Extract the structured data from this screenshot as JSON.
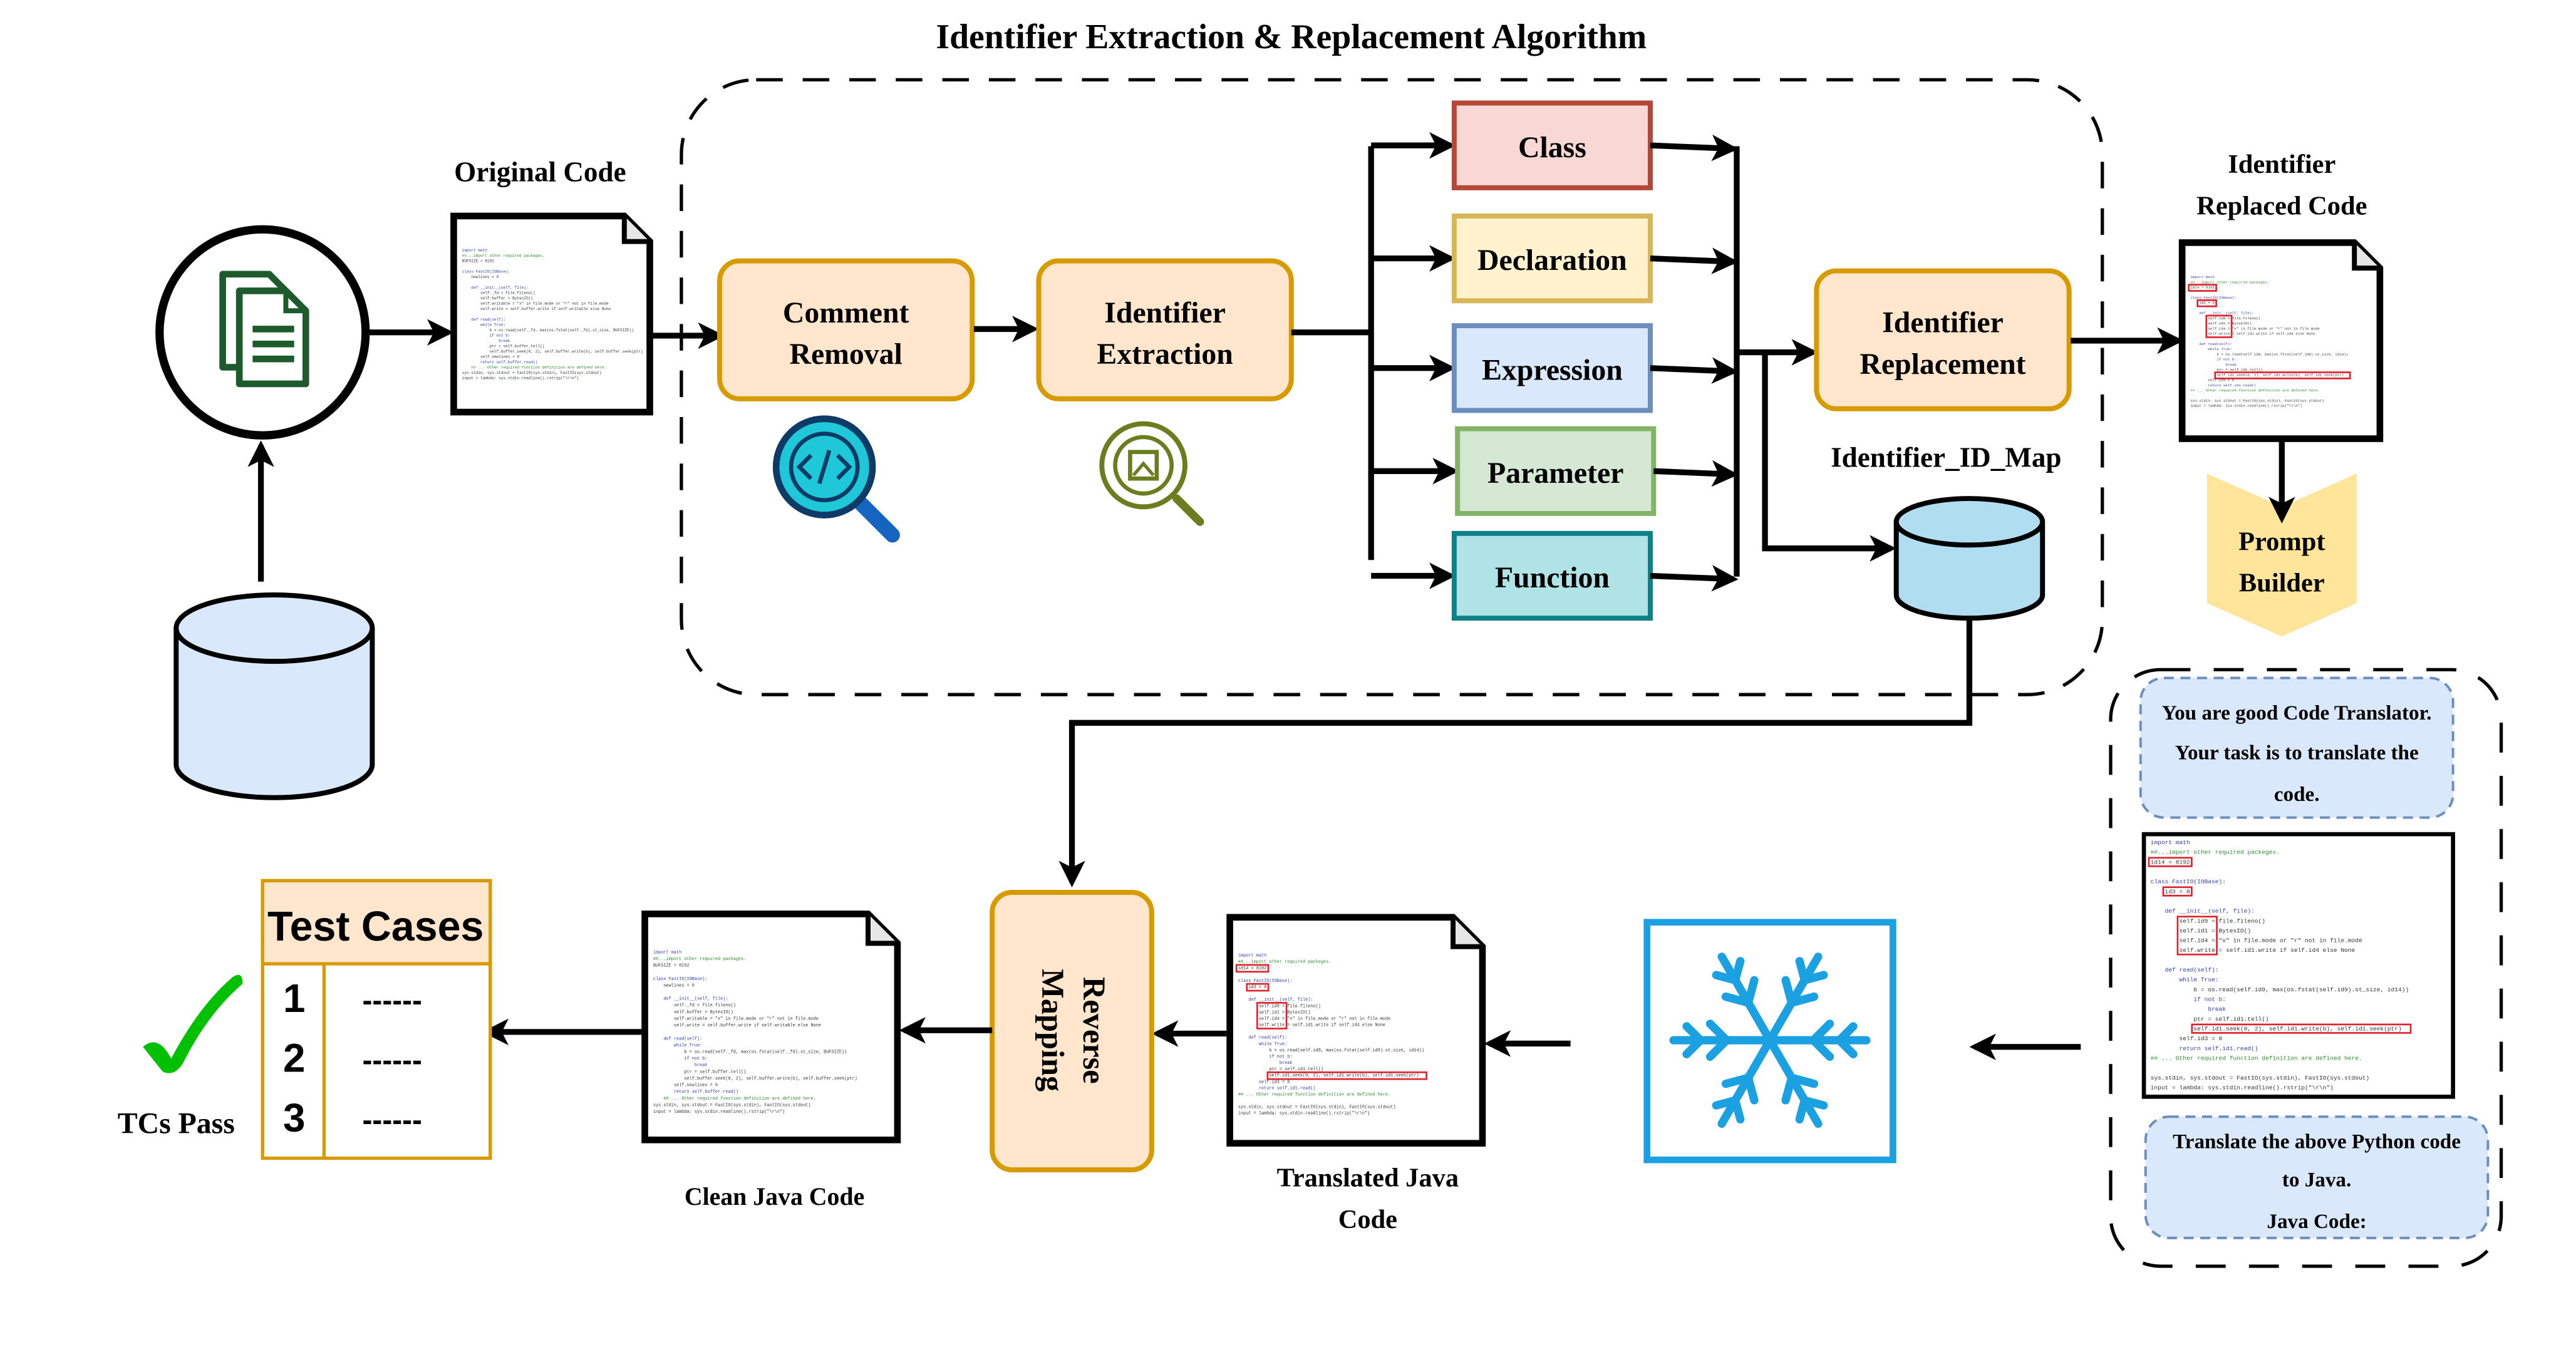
{
  "title": "Identifier Extraction & Replacement Algorithm",
  "labels": {
    "original_code": "Original Code",
    "replaced_code_line1": "Identifier",
    "replaced_code_line2": "Replaced Code",
    "id_map": "Identifier_ID_Map",
    "translated_line1": "Translated Java",
    "translated_line2": "Code",
    "clean_java": "Clean Java Code",
    "tcs_pass": "TCs Pass"
  },
  "steps": {
    "comment_removal": [
      "Comment",
      "Removal"
    ],
    "identifier_extraction": [
      "Identifier",
      "Extraction"
    ],
    "identifier_replacement": [
      "Identifier",
      "Replacement"
    ],
    "prompt_builder": [
      "Prompt",
      "Builder"
    ],
    "reverse_mapping": [
      "Reverse",
      "Mapping"
    ]
  },
  "categories": [
    {
      "label": "Class",
      "fill": "#f8d7d5",
      "stroke": "#b5473a"
    },
    {
      "label": "Declaration",
      "fill": "#fff2cc",
      "stroke": "#d6b656"
    },
    {
      "label": "Expression",
      "fill": "#dae8fc",
      "stroke": "#6c8ebf"
    },
    {
      "label": "Parameter",
      "fill": "#d5e8d4",
      "stroke": "#82b366"
    },
    {
      "label": "Function",
      "fill": "#b0e3e6",
      "stroke": "#0e8088"
    }
  ],
  "prompt": {
    "instruction": [
      "You are good Code Translator.",
      "Your task is to translate the",
      "code."
    ],
    "request": [
      "Translate the above Python code",
      "to Java.",
      "Java Code:"
    ]
  },
  "test_cases": {
    "header": "Test Cases",
    "rows": [
      {
        "num": "1",
        "value": "------"
      },
      {
        "num": "2",
        "value": "------"
      },
      {
        "num": "3",
        "value": "------"
      }
    ]
  },
  "colors": {
    "step_fill": "#ffe6cc",
    "step_stroke": "#d79b00",
    "db_fill": "#dae8fc",
    "id_map_fill": "#b1ddf0",
    "prompt_box_fill": "#dae8fc",
    "prompt_builder_fill": "#ffe599",
    "snowflake": "#1ba1e2",
    "highlight": "#e0202a",
    "check": "#00c000"
  },
  "original_code": [
    "import math",
    "##...import other required packages.",
    "BUFSIZE = 8192",
    "",
    "class FastIO(IOBase):",
    "    newlines = 0",
    "",
    "    def __init__(self, file):",
    "        self._fd = file.fileno()",
    "        self.buffer = BytesIO()",
    "        self.writable = \"x\" in file.mode or \"r\" not in file.mode",
    "        self.write = self.buffer.write if self.writable else None",
    "",
    "    def read(self):",
    "        while True:",
    "            b = os.read(self._fd, max(os.fstat(self._fd).st_size, BUFSIZE))",
    "            if not b:",
    "                break",
    "            ptr = self.buffer.tell()",
    "            self.buffer.seek(0, 2), self.buffer.write(b), self.buffer.seek(ptr)",
    "        self.newlines = 0",
    "        return self.buffer.read()",
    "    ## ... Other required function definition are defined here.",
    "sys.stdin, sys.stdout = FastIO(sys.stdin), FastIO(sys.stdout)",
    "input = lambda: sys.stdin.readline().rstrip(\"\\r\\n\")"
  ],
  "replaced_code": [
    "import math",
    "##...import other required packeges.",
    "id14 = 8192",
    "",
    "class FastIO(IOBase):",
    "    id3 = 0",
    "",
    "    def __init__(self, file):",
    "        self.id9 = file.fileno()",
    "        self.id1 = BytesIO()",
    "        self.id4 = \"x\" in file.mode or \"r\" not in file.mode",
    "        self.write = self.id1.write if self.id4 else None",
    "",
    "    def read(self):",
    "        while True:",
    "            b = os.read(self.id9, max(os.fstat(self.id9).st_size, id14))",
    "            if not b:",
    "                break",
    "            ptr = self.id1.tell()",
    "            self.id1.seek(0, 2), self.id1.write(b), self.id1.seek(ptr)",
    "        self.id3 = 0",
    "        return self.id1.read()",
    "## ... Other required function definition are defined here.",
    "",
    "sys.stdin, sys.stdout = FastIO(sys.stdin), FastIO(sys.stdout)",
    "input = lambda: sys.stdin.readline().rstrip(\"\\r\\n\")"
  ],
  "replaced_highlights": [
    [
      2,
      2,
      11
    ],
    [
      5,
      5,
      11
    ],
    [
      8,
      11,
      18
    ],
    [
      19,
      19,
      72
    ]
  ]
}
